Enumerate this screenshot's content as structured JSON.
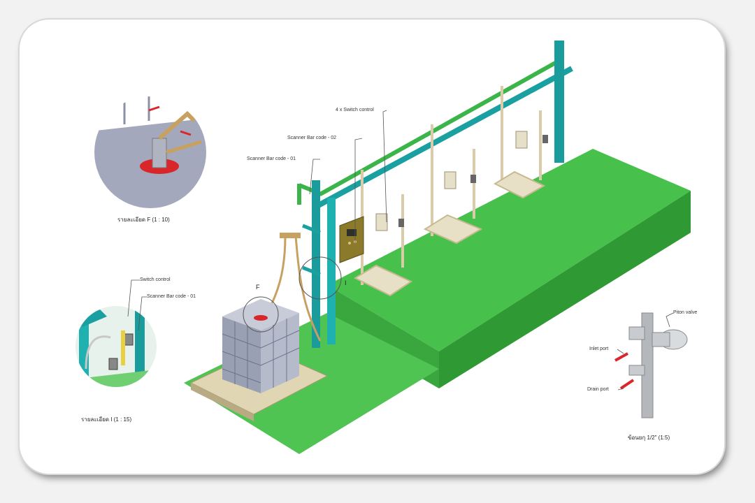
{
  "labels": {
    "detail_f_caption": "รายละเอียด F (1 : 10)",
    "detail_i_caption": "รายละเอียด I (1 : 15)",
    "switch_control": "Switch control",
    "scanner_bar_code_01_detail": "Scanner Bar code - 01",
    "scanner_bar_code_01": "Scanner Bar code - 01",
    "scanner_bar_code_02": "Scanner Bar code - 02",
    "switch_control_4x": "4 x Switch control",
    "detail_f_marker": "F",
    "detail_i_marker": "I",
    "piton_valve": "Piton valve",
    "inlet_port": "Inlet port",
    "drain_port": "Drain port",
    "valve_caption": "ข้อนยกุ 1/2\" (1:5)"
  },
  "colors": {
    "floor_top": "#48c04c",
    "floor_front": "#2f9a34",
    "floor_side": "#3aa73e",
    "pipe_green": "#3bb54a",
    "pipe_teal": "#1aa0a0",
    "post_beige": "#d9ccaa",
    "tank_grey": "#9aa0b4",
    "valve_red": "#d9262b"
  }
}
